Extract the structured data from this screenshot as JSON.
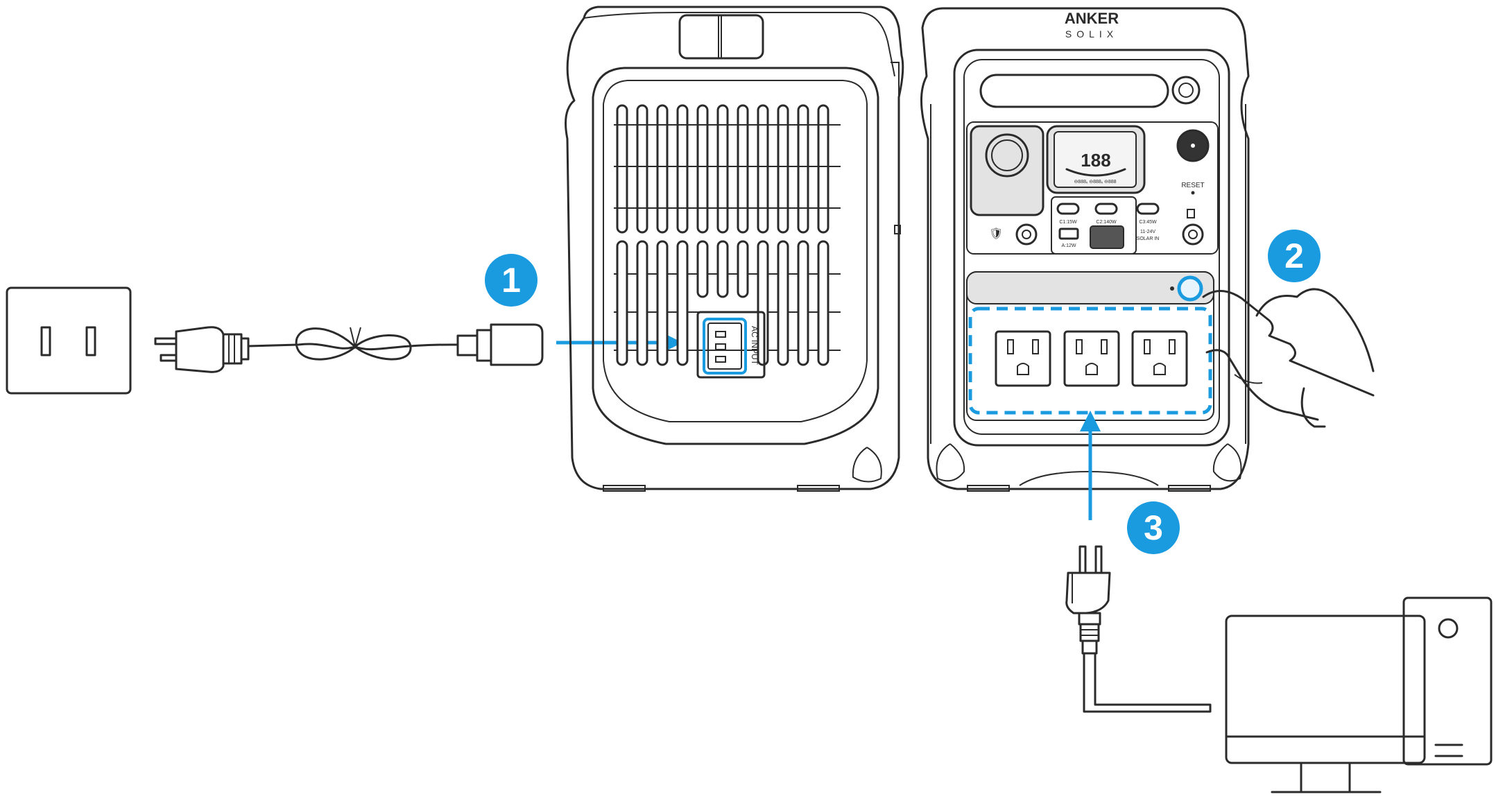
{
  "accent_color": "#1a9be0",
  "brand": {
    "line1": "ANKER",
    "line2": "SOLIX"
  },
  "ac_port_label": "AC INPUT",
  "panel": {
    "display_digits": "188",
    "display_row": "⊖888ₓ ⊖888ₓ ⊖888",
    "port_c1": "C1:15W",
    "port_c2": "C2:140W",
    "port_c3": "C3:45W",
    "port_a": "A:12W",
    "solar_in_line1": "11-24V",
    "solar_in_line2": "SOLAR IN",
    "reset_label": "RESET"
  },
  "steps": [
    {
      "number": "1",
      "action": "Plug the AC charging cable into AC INPUT"
    },
    {
      "number": "2",
      "action": "Press the AC output button"
    },
    {
      "number": "3",
      "action": "Plug the device into an AC outlet"
    }
  ],
  "icons": [
    "wall-outlet-icon",
    "ac-charging-cable-icon",
    "hand-pressing-icon",
    "desktop-computer-icon",
    "three-prong-plug-icon",
    "arrow-icon"
  ]
}
